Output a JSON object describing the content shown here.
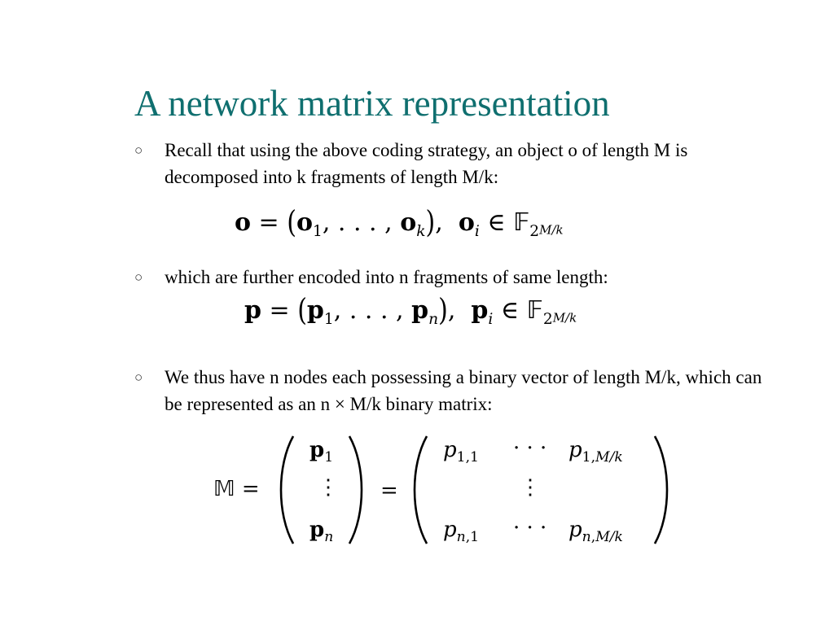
{
  "slide": {
    "title": "A network matrix representation",
    "bullets": [
      {
        "marker": "○",
        "text": "Recall that using the above coding strategy, an object o of length M is decomposed into k fragments of length M/k:"
      },
      {
        "marker": "○",
        "text": "which are further encoded into n fragments of same length:"
      },
      {
        "marker": "○",
        "text": "We thus have n nodes each possessing a binary vector of length M/k, which can be represented as an n × M/k binary matrix:"
      }
    ],
    "equations": {
      "eq1": "o = (o_1, ..., o_k), o_i ∈ F_2^{M/k}",
      "eq2": "p = (p_1, ..., p_n), p_i ∈ F_2^{M/k}",
      "eq3": "M = (p_1; ⋮; p_n) = (p_{1,1} ... p_{1,M/k}; ⋮; p_{n,1} ... p_{n,M/k})"
    }
  },
  "colors": {
    "title": "#0f6f6f",
    "text": "#000000"
  }
}
